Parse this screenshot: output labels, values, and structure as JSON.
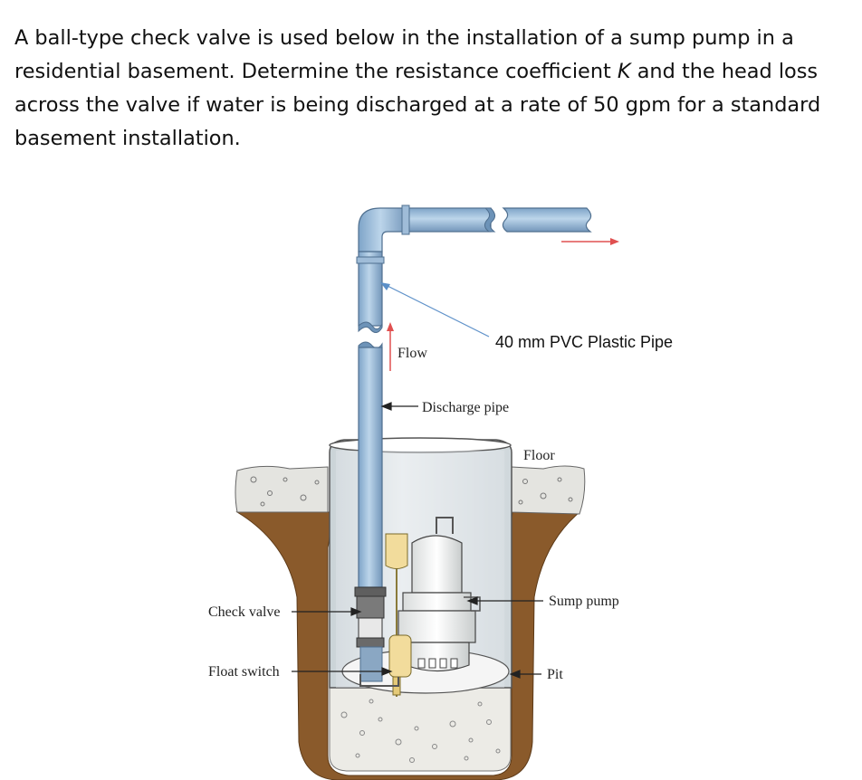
{
  "problem": {
    "part1": "A ball-type check valve is used below in the installation of a sump pump in a residential basement. Determine the resistance coefficient ",
    "var_k": "K",
    "part2": " and the head loss across the valve if water is being discharged at a rate of 50 gpm for a standard basement installation."
  },
  "diagram": {
    "labels": {
      "pipe": "40 mm PVC Plastic Pipe",
      "flow": "Flow",
      "discharge": "Discharge pipe",
      "floor": "Floor",
      "sump_pump": "Sump pump",
      "pit": "Pit",
      "check_valve": "Check valve",
      "float_switch": "Float switch"
    },
    "colors": {
      "pipe": "#a9c6e0",
      "pipe_dark": "#6d93b8",
      "soil": "#8a5a2b",
      "concrete": "#e4e4e0",
      "pit_wall": "#ffffff",
      "float": "#f2dc9c",
      "flow_arrow": "#e05050",
      "pointer": "#5b8fc8"
    }
  }
}
